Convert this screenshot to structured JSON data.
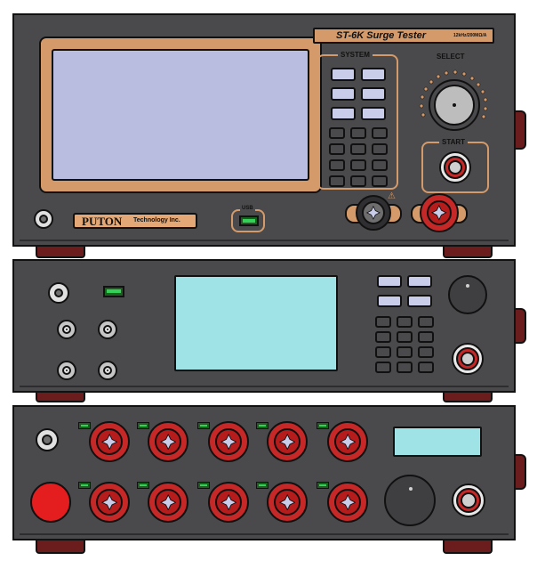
{
  "unit1": {
    "banner_title": "ST-6K Surge Tester",
    "banner_spec": "12kHz/200MΩ/A",
    "system_label": "SYSTEM",
    "select_label": "SELECT",
    "start_label": "START",
    "brand_name": "PUTON",
    "brand_tagline": "Technology Inc.",
    "usb_label": "USB",
    "warning_symbol": "⚠"
  },
  "colors": {
    "chassis": "#4a4a4c",
    "accent_orange": "#d49a6a",
    "terminal_red": "#c62828",
    "foot_maroon": "#6b1d1d",
    "screen_lavender": "#b9bde0",
    "display_cyan": "#9fe3e6",
    "led_green": "#34d058",
    "emergency_red": "#e41e1e"
  },
  "icons": [
    "usb-icon",
    "warning-icon",
    "power-button-icon",
    "rotary-knob-icon",
    "bnc-connector-icon",
    "high-voltage-terminal-icon",
    "emergency-stop-icon"
  ]
}
